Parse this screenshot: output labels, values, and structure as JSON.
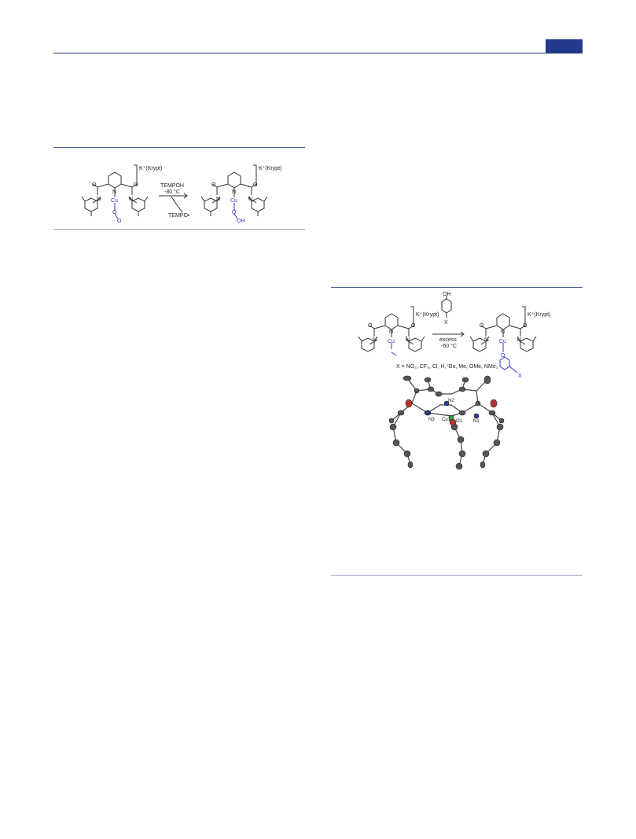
{
  "scheme1": {
    "counterion_left": "K⁺(Krypt)",
    "counterion_right": "K⁺(Krypt)",
    "reagent": "TEMPOH",
    "temperature": "-80 °C",
    "byproduct": "TEMPO•",
    "metal": "Cu",
    "superoxo_o1": "O",
    "superoxo_o2": "O",
    "hydroperoxo_o": "O",
    "hydroperoxo_oh": "OH",
    "carbonyl_o": "O",
    "amide_n": "N",
    "pyridine_n": "N"
  },
  "scheme2": {
    "counterion_left": "K⁺(Krypt)",
    "counterion_right": "K⁺(Krypt)",
    "phenol_oh": "OH",
    "phenol_x": "X",
    "reagent_amount": "excess",
    "temperature": "-60 °C",
    "metal": "Cu",
    "phenolate_o": "O",
    "product_x": "X",
    "substituents": "X = NO₂, CF₃, Cl, H, ᵗBu, Me, OMe, NMe₂",
    "carbonyl_o": "O",
    "amide_n": "N",
    "pyridine_n": "N"
  },
  "crystal_structure": {
    "labels": [
      "N2",
      "N3",
      "Cu1",
      "O1",
      "N1"
    ]
  }
}
